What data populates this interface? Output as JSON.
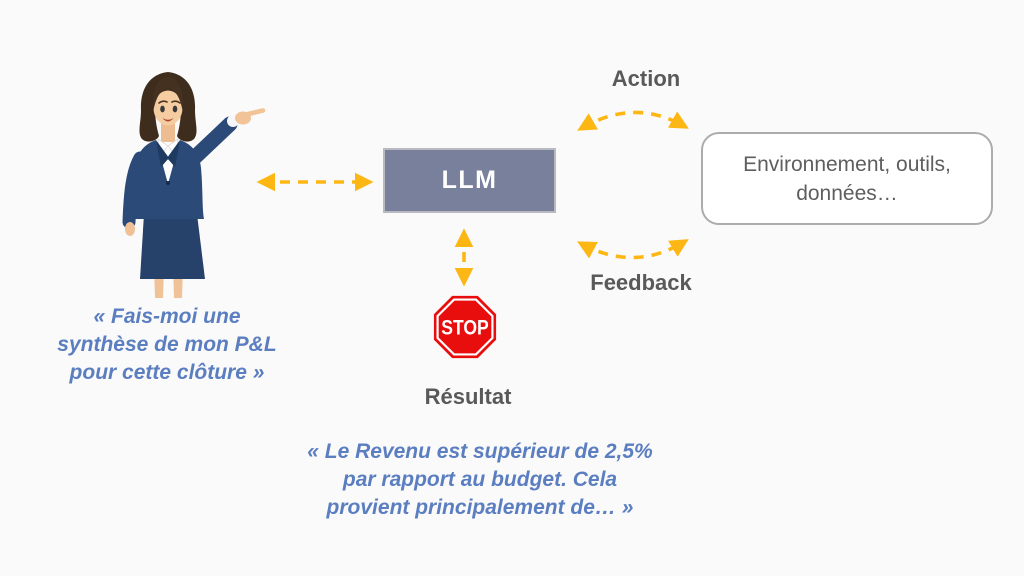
{
  "colors": {
    "background": "#FAFAFA",
    "arrow_yellow": "#FDB714",
    "label_gray": "#595959",
    "quote_blue": "#5B7EC0",
    "llm_fill": "#78809B",
    "llm_border": "#B9BAC1",
    "env_border": "#ACACAC",
    "env_text": "#5E5E5E",
    "stop_red": "#E90E0E"
  },
  "llm_box": {
    "label": "LLM"
  },
  "environment_box": {
    "line1": "Environnement, outils,",
    "line2": "données…"
  },
  "loop": {
    "action_label": "Action",
    "feedback_label": "Feedback"
  },
  "result": {
    "stop_text": "STOP",
    "label": "Résultat"
  },
  "quotes": {
    "user_request": {
      "line1": "« Fais-moi une",
      "line2": "synthèse de mon P&L",
      "line3": "pour cette clôture »"
    },
    "llm_answer": {
      "line1": "« Le Revenu est supérieur de 2,5%",
      "line2": "par rapport au budget. Cela",
      "line3": "provient principalement de… »"
    }
  }
}
